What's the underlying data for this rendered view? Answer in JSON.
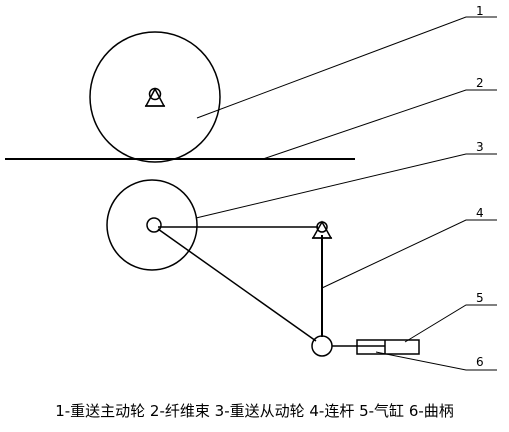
{
  "callouts": [
    {
      "num": "1"
    },
    {
      "num": "2"
    },
    {
      "num": "3"
    },
    {
      "num": "4"
    },
    {
      "num": "5"
    },
    {
      "num": "6"
    }
  ],
  "caption": "1-重送主动轮 2-纤维束 3-重送从动轮 4-连杆 5-气缸 6-曲柄"
}
